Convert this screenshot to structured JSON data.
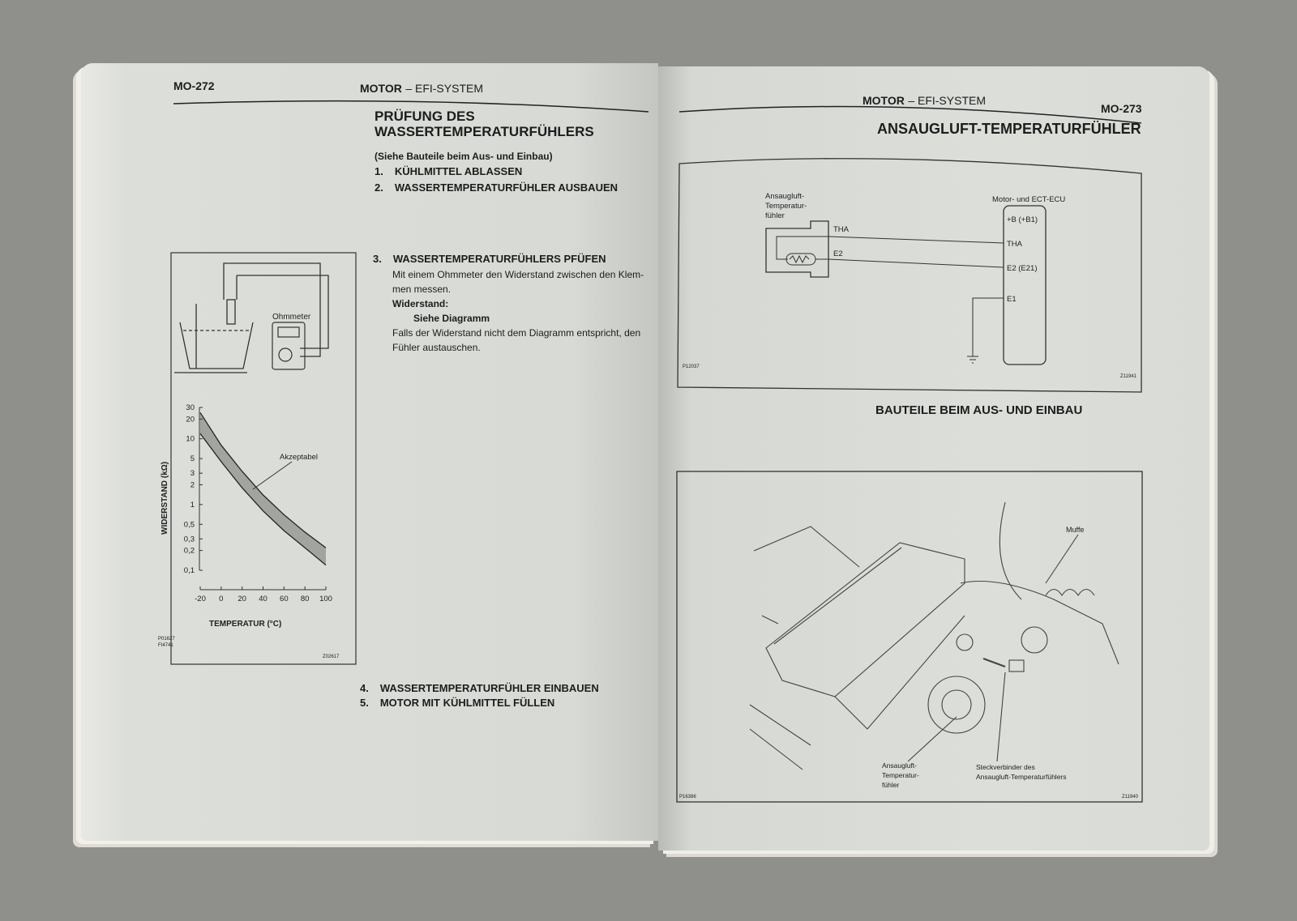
{
  "left_page": {
    "page_number": "MO-272",
    "header_bold": "MOTOR",
    "header_rest": "– EFI-SYSTEM",
    "title_line1": "PRÜFUNG DES",
    "title_line2": "WASSERTEMPERATURFÜHLERS",
    "reference": "(Siehe Bauteile beim Aus- und Einbau)",
    "steps": [
      {
        "num": "1.",
        "label": "KÜHLMITTEL ABLASSEN"
      },
      {
        "num": "2.",
        "label": "WASSERTEMPERATURFÜHLER AUSBAUEN"
      },
      {
        "num": "3.",
        "label": "WASSERTEMPERATURFÜHLERS PFÜFEN"
      },
      {
        "num": "4.",
        "label": "WASSERTEMPERATURFÜHLER EINBAUEN"
      },
      {
        "num": "5.",
        "label": "MOTOR MIT KÜHLMITTEL FÜLLEN"
      }
    ],
    "step3_text1": "Mit einem Ohmmeter den Widerstand zwischen den Klem-",
    "step3_text2": "men messen.",
    "resistance_label": "Widerstand:",
    "resistance_value": "Siehe Diagramm",
    "step3_text3": "Falls der Widerstand nicht dem Diagramm entspricht, den",
    "step3_text4": "Fühler austauschen.",
    "figure": {
      "ohmmeter_label": "Ohmmeter",
      "code1": "P01627",
      "code2": "FI4741",
      "code3": "Z02617"
    }
  },
  "chart_data": {
    "type": "area",
    "title": "",
    "xlabel": "TEMPERATUR (°C)",
    "ylabel": "WIDERSTAND (kΩ)",
    "xlim": [
      -20,
      100
    ],
    "ylim": [
      0.1,
      30
    ],
    "yscale": "log",
    "x_ticks": [
      "-20",
      "0",
      "20",
      "40",
      "60",
      "80",
      "100"
    ],
    "y_ticks": [
      "30",
      "20",
      "10",
      "5",
      "3",
      "2",
      "1",
      "0,5",
      "0,3",
      "0,2",
      "0,1"
    ],
    "y_tick_values": [
      30,
      20,
      10,
      5,
      3,
      2,
      1,
      0.5,
      0.3,
      0.2,
      0.1
    ],
    "annotation": "Akzeptabel",
    "x": [
      -20,
      0,
      20,
      40,
      60,
      80,
      100
    ],
    "series": [
      {
        "name": "upper",
        "values": [
          25,
          8,
          3.2,
          1.4,
          0.7,
          0.38,
          0.22
        ]
      },
      {
        "name": "lower",
        "values": [
          12,
          4.5,
          1.8,
          0.8,
          0.4,
          0.22,
          0.12
        ]
      }
    ],
    "grid": false,
    "fill_color": "#8a8b88"
  },
  "right_page": {
    "page_number": "MO-273",
    "header_bold": "MOTOR",
    "header_rest": "– EFI-SYSTEM",
    "title": "ANSAUGLUFT-TEMPERATURFÜHLER",
    "circuit": {
      "sensor_label_1": "Ansaugluft-",
      "sensor_label_2": "Temperatur-",
      "sensor_label_3": "fühler",
      "sensor_pin_tha": "THA",
      "sensor_pin_e2": "E2",
      "ecu_label": "Motor- und ECT-ECU",
      "ecu_pins": [
        "+B (+B1)",
        "THA",
        "E2 (E21)",
        "E1"
      ],
      "code_left": "P12037",
      "code_right": "Z11941"
    },
    "section_title": "BAUTEILE BEIM AUS- UND EINBAU",
    "illustration": {
      "label_muffe": "Muffe",
      "label_sensor_1": "Ansaugluft-",
      "label_sensor_2": "Temperatur-",
      "label_sensor_3": "fühler",
      "label_connector_1": "Steckverbinder des",
      "label_connector_2": "Ansaugluft-Temperaturfühlers",
      "code_left": "P16386",
      "code_right": "Z11940"
    }
  }
}
